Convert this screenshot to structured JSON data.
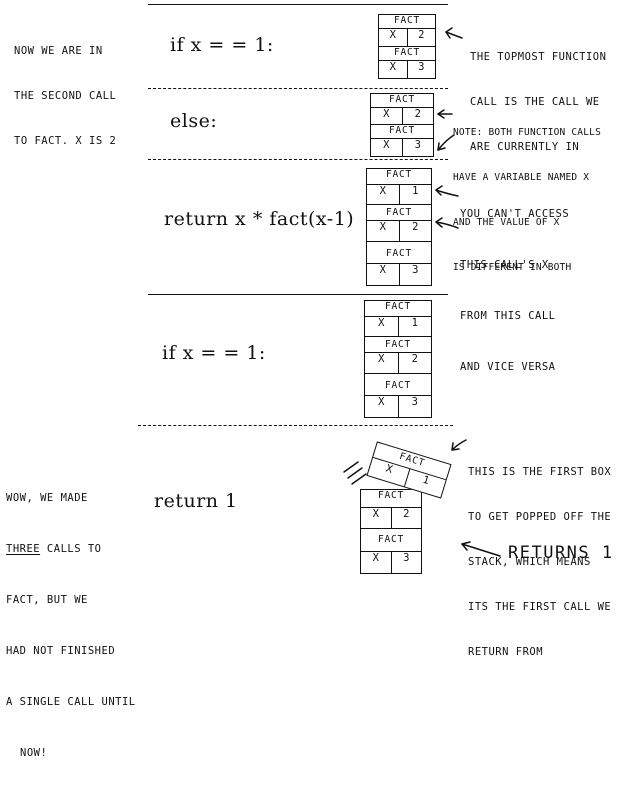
{
  "left_notes": {
    "intro": [
      "NOW WE ARE IN",
      "THE SECOND CALL",
      "TO FACT. X IS 2"
    ],
    "wow": [
      "WOW, WE MADE",
      "THREE CALLS TO",
      "FACT, BUT WE",
      "HAD NOT FINISHED",
      "A SINGLE CALL UNTIL",
      "NOW!"
    ],
    "wow_underlined_word": "THREE"
  },
  "code_lines": {
    "row1": "if x = = 1:",
    "row2": "else:",
    "row3": "return x * fact(x-1)",
    "row4": "if x = = 1:",
    "row5": "return 1"
  },
  "right_notes": {
    "topmost": [
      "THE TOPMOST FUNCTION",
      "CALL IS THE CALL WE",
      "ARE CURRENTLY IN"
    ],
    "both": [
      "NOTE: BOTH FUNCTION CALLS",
      "HAVE A VARIABLE NAMED X",
      "AND THE VALUE OF X",
      "IS DIFFERENT IN BOTH"
    ],
    "access": [
      "YOU CAN'T ACCESS",
      "THIS CALL'S X",
      "FROM THIS CALL",
      "AND VICE VERSA"
    ],
    "popped": [
      "THIS IS THE FIRST BOX",
      "TO GET POPPED OFF THE",
      "STACK, WHICH MEANS",
      "ITS THE FIRST CALL WE",
      "RETURN FROM"
    ],
    "returns": "RETURNS 1"
  },
  "frame_label": "FACT",
  "var_name": "X",
  "stacks": {
    "row1": [
      "2",
      "3"
    ],
    "row2": [
      "2",
      "3"
    ],
    "row3": [
      "1",
      "2",
      "3"
    ],
    "row4": [
      "1",
      "2",
      "3"
    ],
    "row5": [
      "1",
      "2",
      "3"
    ]
  }
}
